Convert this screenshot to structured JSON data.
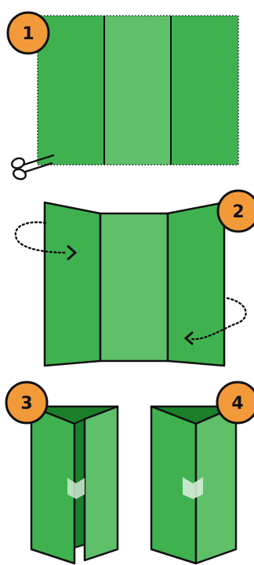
{
  "steps": [
    {
      "number": "1",
      "action": "cut-out"
    },
    {
      "number": "2",
      "action": "fold-side-panels-inward"
    },
    {
      "number": "3",
      "action": "fold-left-side"
    },
    {
      "number": "4",
      "action": "fold-right-side"
    }
  ],
  "colors": {
    "panel_dark": "#3fb24f",
    "panel_light": "#5fc06a",
    "panel_darkest": "#1b7f2a",
    "outline": "#111111",
    "badge": "#f29a3a",
    "white": "#ffffff"
  },
  "icons": [
    "scissors-icon",
    "curved-arrow-right-icon",
    "curved-arrow-left-icon",
    "chevron-tab-icon"
  ]
}
